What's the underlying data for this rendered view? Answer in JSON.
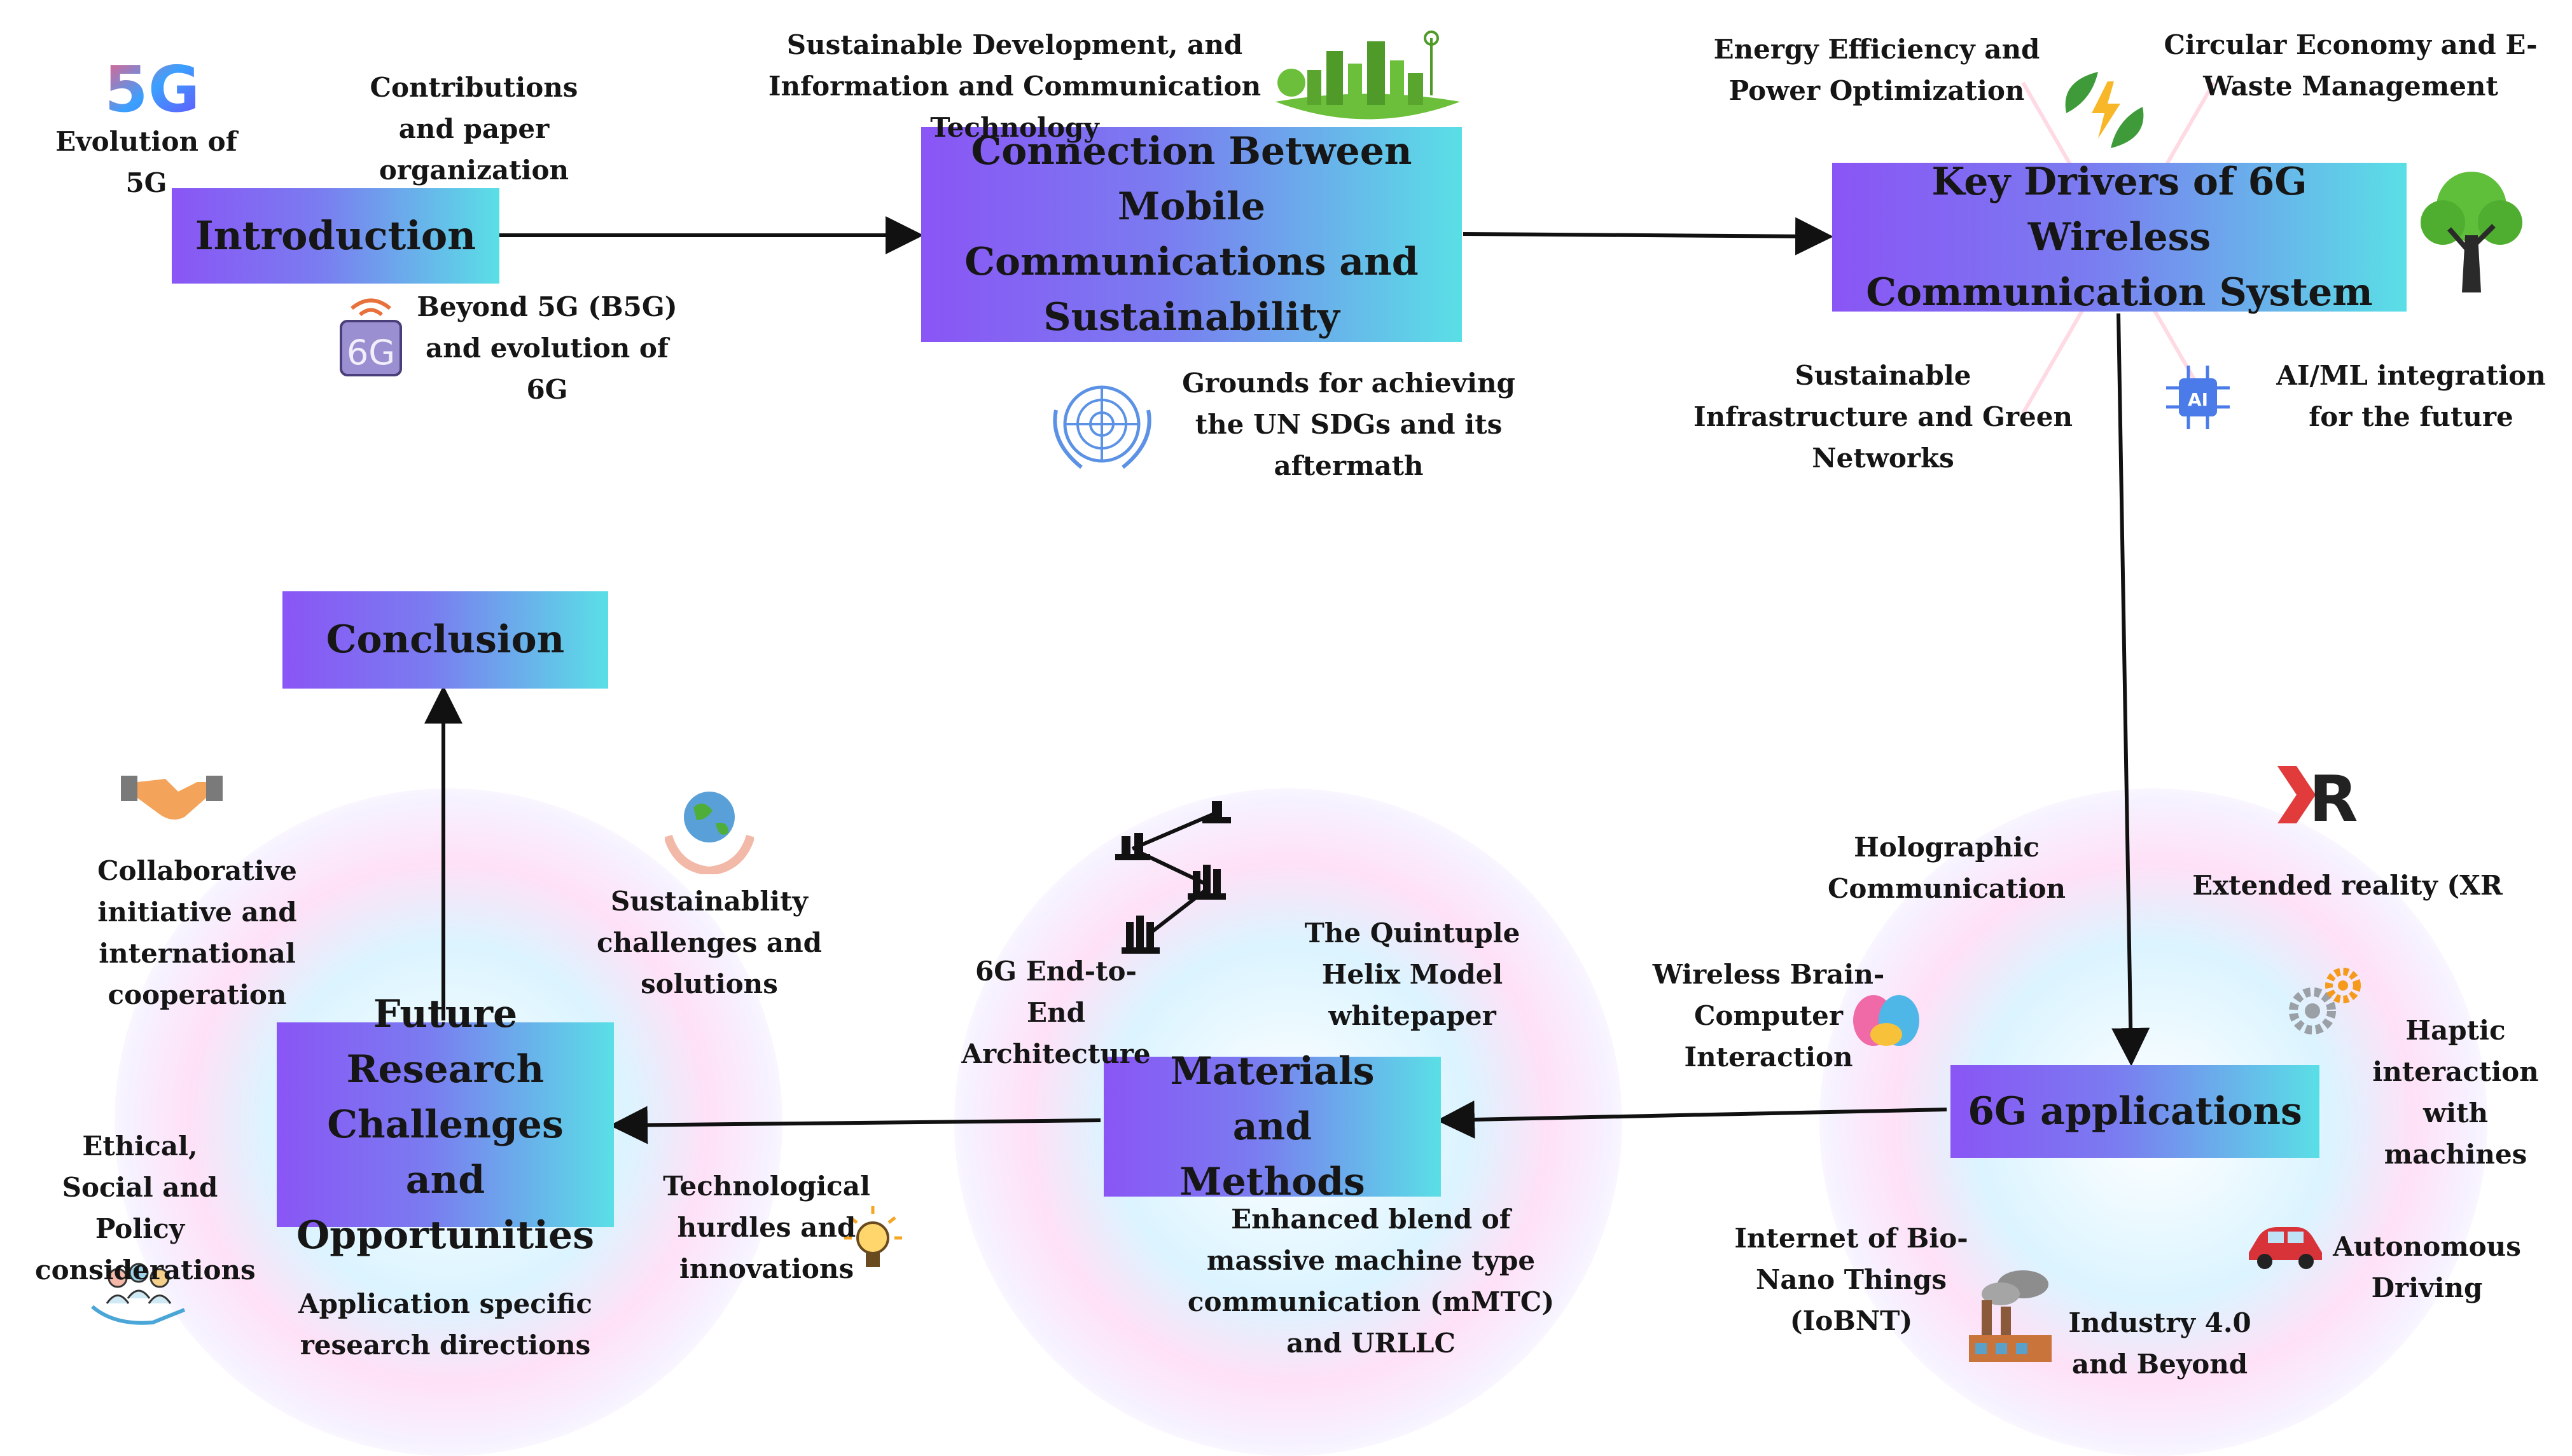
{
  "nodes": {
    "introduction": "Introduction",
    "connection": "Connection Between Mobile Communications and Sustainability",
    "key_drivers": "Key Drivers of 6G Wireless Communication System",
    "applications": "6G applications",
    "materials": "Materials and Methods",
    "future": "Future Research Challenges and Opportunities",
    "conclusion": "Conclusion"
  },
  "labels": {
    "evolution_5g": "Evolution of 5G",
    "contributions": "Contributions and paper organization",
    "beyond_5g": "Beyond 5G (B5G) and evolution of 6G",
    "sustainable_dev": "Sustainable Development, and Information and Communication Technology",
    "un_sdgs": "Grounds for achieving the UN SDGs and its aftermath",
    "energy": "Energy Efficiency and Power Optimization",
    "circular": "Circular Economy and E-Waste Management",
    "infrastructure": "Sustainable Infrastructure and Green Networks",
    "aiml": "AI/ML integration for the future",
    "holographic": "Holographic Communication",
    "xr": "Extended reality (XR",
    "bci": "Wireless Brain-Computer Interaction",
    "haptic": "Haptic interaction with machines",
    "iobnt": "Internet of Bio-Nano Things (IoBNT)",
    "autonomous": "Autonomous Driving",
    "industry": "Industry 4.0 and Beyond",
    "e2e": "6G End-to-End Architecture",
    "quintuple": "The Quintuple Helix Model whitepaper",
    "mmtc": "Enhanced blend of massive machine type communication (mMTC) and URLLC",
    "tech_hurdles": "Technological hurdles and innovations",
    "sust_challenges": "Sustainablity challenges and solutions",
    "collab": "Collaborative initiative and international cooperation",
    "ethical": "Ethical, Social and Policy considerations",
    "app_specific": "Application specific research directions"
  },
  "icons": {
    "badge_5g": "5G",
    "badge_6g": "6G",
    "badge_ai": "AI",
    "badge_xr": "XR"
  },
  "colors": {
    "box_gradient_start": "#8a55f5",
    "box_gradient_end": "#5adfe6",
    "arrow": "#111111"
  }
}
